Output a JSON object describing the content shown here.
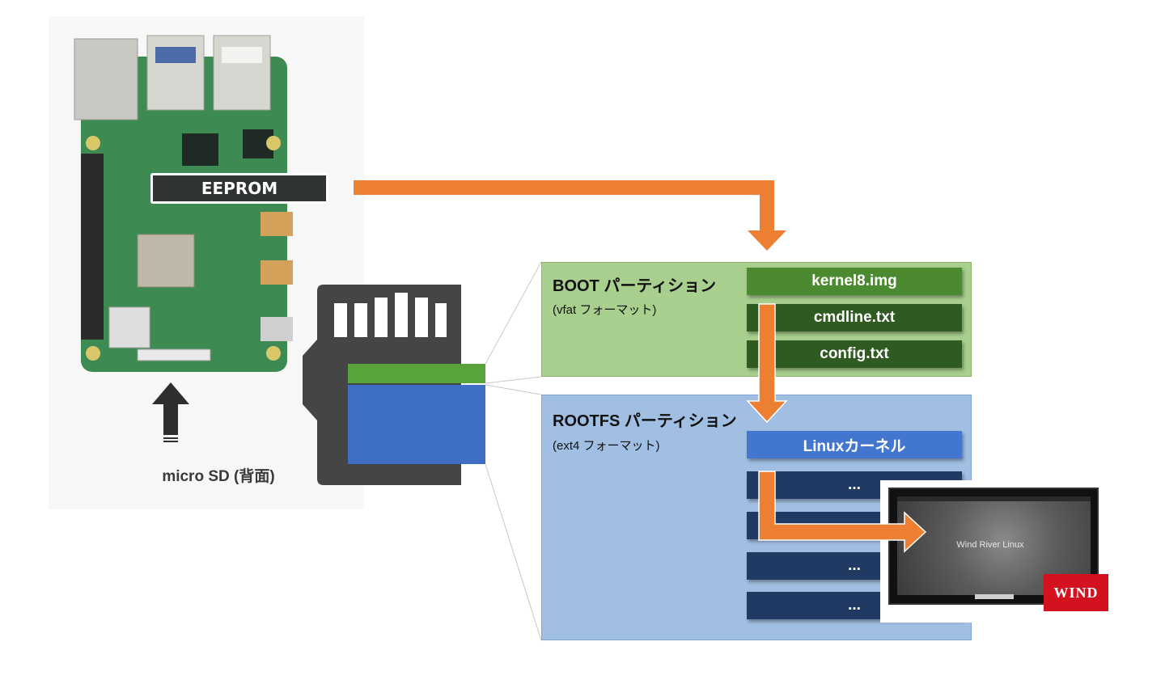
{
  "eeprom": {
    "label": "EEPROM"
  },
  "micro_sd": {
    "caption": "micro SD (背面)"
  },
  "boot": {
    "title": "BOOT パーティション",
    "subtitle": "(vfat フォーマット)",
    "files": [
      "kernel8.img",
      "cmdline.txt",
      "config.txt"
    ]
  },
  "rootfs": {
    "title": "ROOTFS パーティション",
    "subtitle": "(ext4 フォーマット)",
    "kernel": "Linuxカーネル",
    "items": [
      "...",
      "...",
      "...",
      "..."
    ]
  },
  "display": {
    "caption": "Wind River Linux"
  },
  "logo": {
    "text": "WIND"
  },
  "colors": {
    "arrow": "#ec7f31",
    "boot_bg": "#a9cf8e",
    "rootfs_bg": "#a1bfe2",
    "sd_card": "#454545"
  }
}
